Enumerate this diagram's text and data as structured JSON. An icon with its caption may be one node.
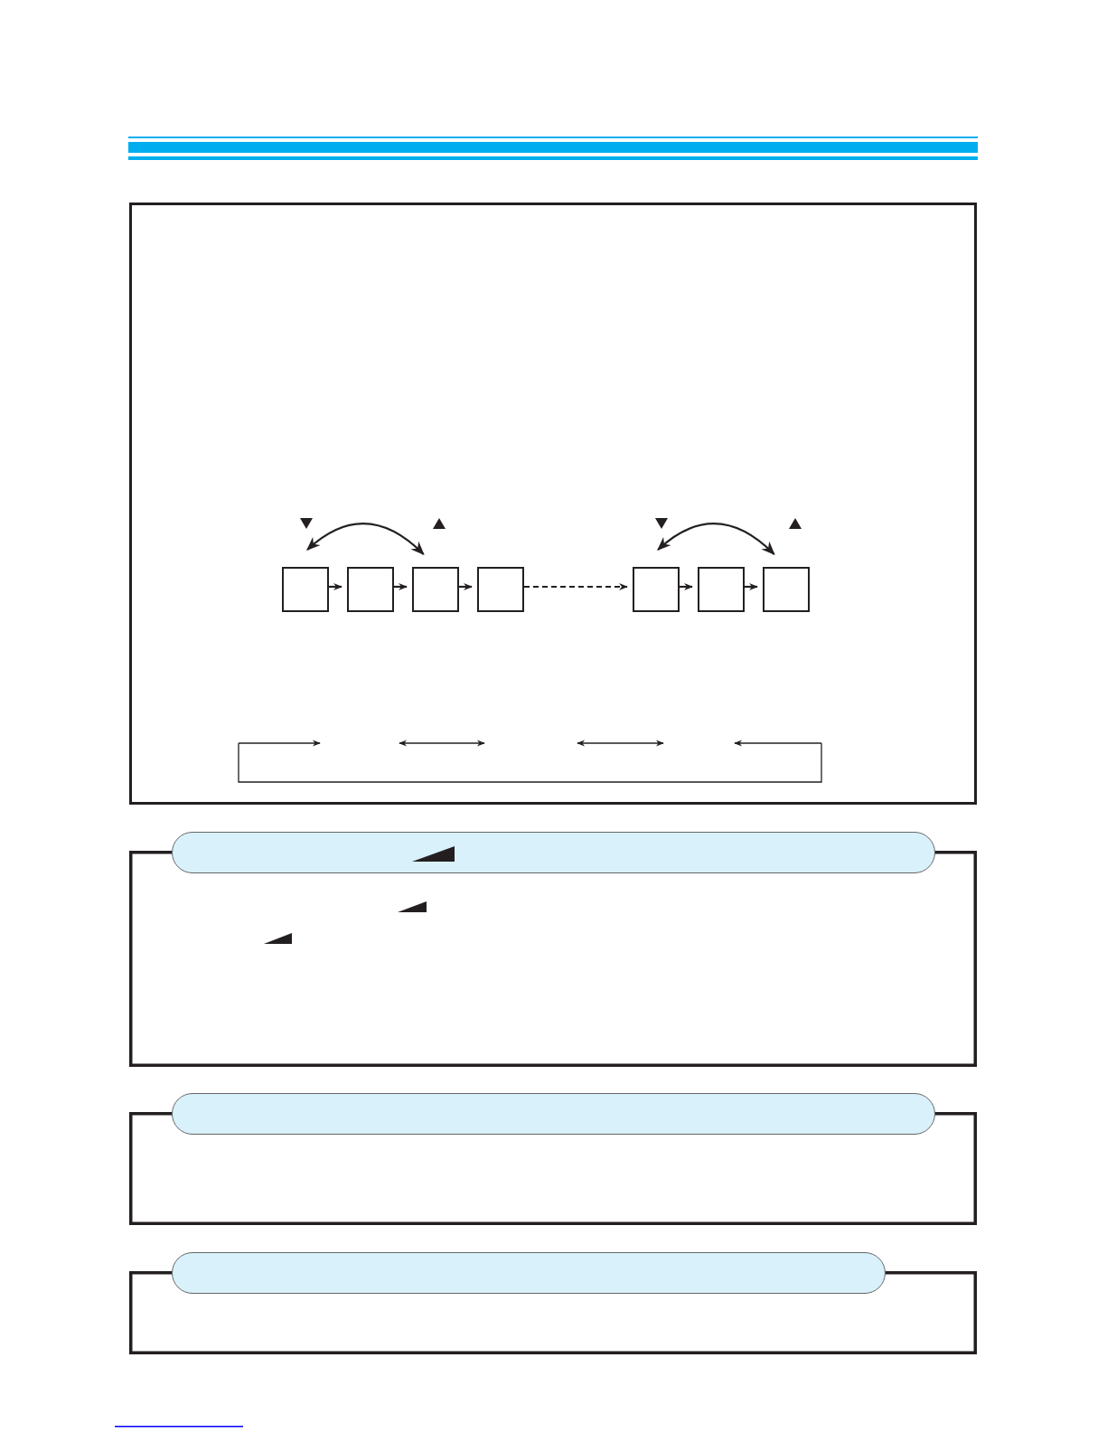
{
  "diagram": {
    "nodes": [
      {
        "text": [],
        "shape": "box"
      },
      {
        "text": [],
        "shape": "box",
        "in": 0
      },
      {
        "text": [],
        "shape": "box",
        "in": 0
      },
      {
        "text": [],
        "shape": "box",
        "in": 0
      },
      {
        "text": [],
        "shape": "box",
        "in": 0
      },
      {
        "text": [],
        "shape": "box",
        "in": 0
      },
      {
        "text": [],
        "shape": "box",
        "in": 0
      },
      {
        "text": [],
        "shape": "box",
        "in": 0
      },
      {
        "text": [],
        "shape": "box"
      },
      {
        "text": [],
        "shape": "box"
      },
      {
        "text": [],
        "shape": "box"
      }
    ],
    "edges": [
      {
        "from": 1,
        "to": 2,
        "arrow": "to"
      },
      {
        "from": 2,
        "to": 3,
        "arrow": "to"
      },
      {
        "from": 3,
        "to": 4,
        "arrow": "to"
      },
      {
        "from": 4,
        "to": 5,
        "arrow": "to",
        "style": "dashed"
      },
      {
        "from": 5,
        "to": 6,
        "arrow": "to"
      },
      {
        "from": 6,
        "to": 7,
        "arrow": "to"
      },
      {
        "from": 1,
        "to": 3,
        "arrow": "both"
      },
      {
        "from": 5,
        "to": 7,
        "arrow": "both"
      }
    ]
  }
}
